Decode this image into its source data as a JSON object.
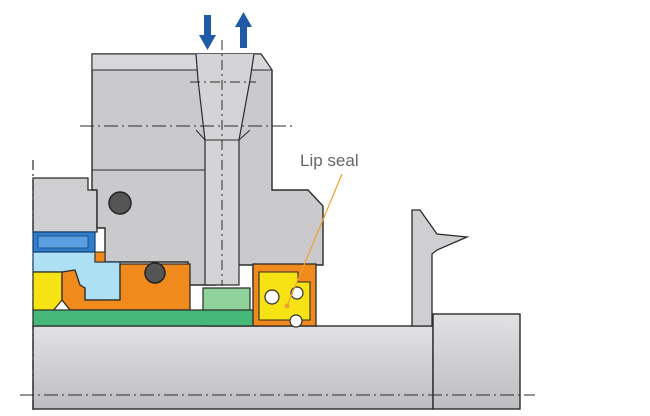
{
  "diagram": {
    "callout_label": "Lip seal",
    "arrows": [
      {
        "name": "flow-in-arrow",
        "direction": "down"
      },
      {
        "name": "flow-out-arrow",
        "direction": "up"
      }
    ],
    "colors": {
      "housing": "#cfcfd1",
      "shaft": "#d4d4d6",
      "outline": "#2b2b2b",
      "seal_orange": "#f08a1c",
      "lip_seal_yellow": "#f7e313",
      "green_ring": "#8fd39b",
      "green_sleeve": "#45b87a",
      "blue_ring": "#2f7fd0",
      "light_blue": "#aee0f4",
      "arrow_blue": "#1e5aa8",
      "callout": "#f0a030"
    }
  }
}
